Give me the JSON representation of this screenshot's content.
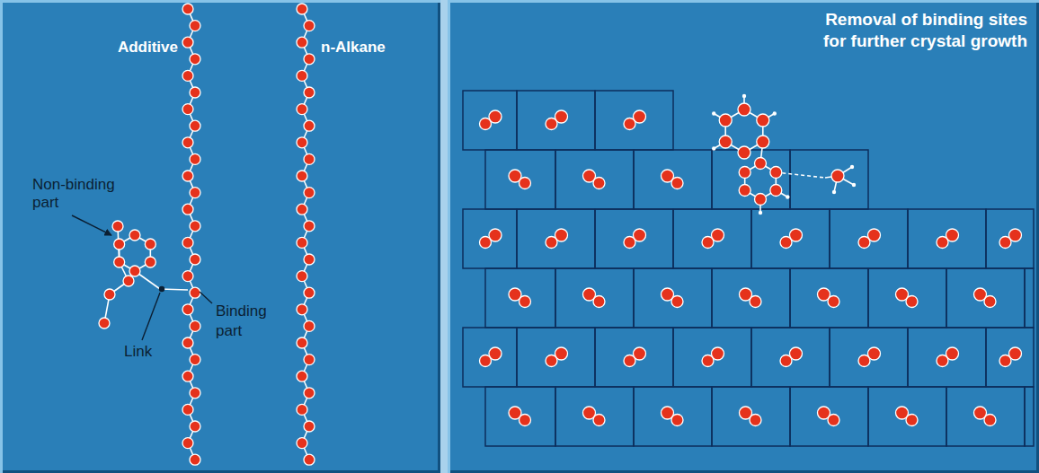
{
  "diagram": {
    "labels": [
      "Additive",
      "n-Alkane",
      "Non-binding part",
      "Link",
      "Binding part",
      "Removal of binding sites for further crystal growth"
    ]
  }
}
